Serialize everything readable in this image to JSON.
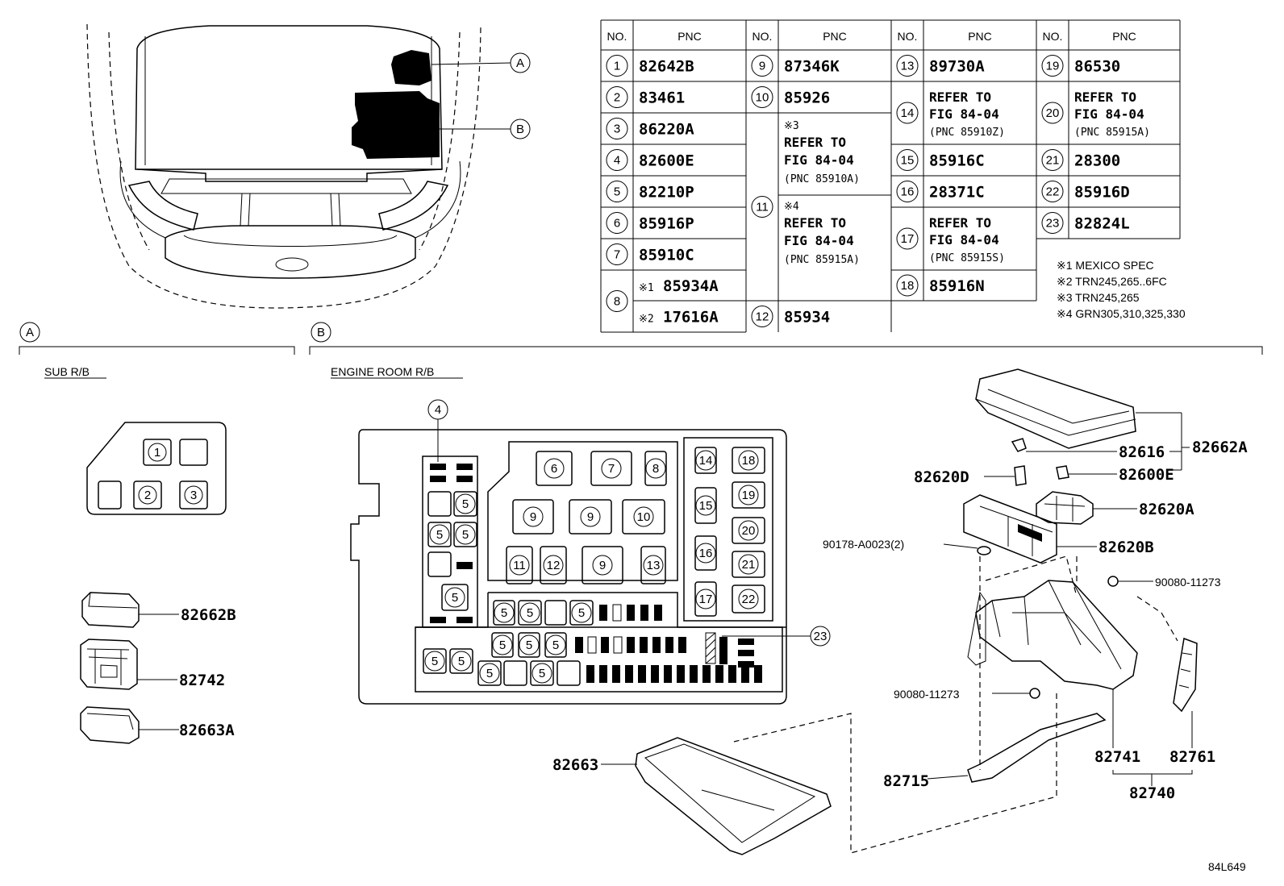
{
  "diagram_code": "84L649",
  "views": {
    "a_letter": "A",
    "b_letter": "B",
    "a_title": "SUB R/B",
    "b_title": "ENGINE ROOM R/B"
  },
  "table": {
    "hdr_no": "NO.",
    "hdr_pnc": "PNC",
    "col1": [
      {
        "no": "1",
        "pnc": "82642B"
      },
      {
        "no": "2",
        "pnc": "83461"
      },
      {
        "no": "3",
        "pnc": "86220A"
      },
      {
        "no": "4",
        "pnc": "82600E"
      },
      {
        "no": "5",
        "pnc": "82210P"
      },
      {
        "no": "6",
        "pnc": "85916P"
      },
      {
        "no": "7",
        "pnc": "85910C"
      },
      {
        "no": "8",
        "mark1": "※1",
        "pnc1": "85934A",
        "mark2": "※2",
        "pnc2": "17616A"
      }
    ],
    "col2": [
      {
        "no": "9",
        "pnc": "87346K"
      },
      {
        "no": "10",
        "pnc": "85926"
      },
      {
        "no": "11",
        "a_mark": "※3",
        "a_l1": "REFER TO",
        "a_l2": "FIG 84-04",
        "a_l3": "(PNC 85910A)",
        "b_mark": "※4",
        "b_l1": "REFER TO",
        "b_l2": "FIG 84-04",
        "b_l3": "(PNC 85915A)"
      },
      {
        "no": "12",
        "pnc": "85934"
      }
    ],
    "col3": [
      {
        "no": "13",
        "pnc": "89730A"
      },
      {
        "no": "14",
        "l1": "REFER TO",
        "l2": "FIG 84-04",
        "l3": "(PNC 85910Z)"
      },
      {
        "no": "15",
        "pnc": "85916C"
      },
      {
        "no": "16",
        "pnc": "28371C"
      },
      {
        "no": "17",
        "l1": "REFER TO",
        "l2": "FIG 84-04",
        "l3": "(PNC 85915S)"
      },
      {
        "no": "18",
        "pnc": "85916N"
      }
    ],
    "col4": [
      {
        "no": "19",
        "pnc": "86530"
      },
      {
        "no": "20",
        "l1": "REFER TO",
        "l2": "FIG 84-04",
        "l3": "(PNC 85915A)"
      },
      {
        "no": "21",
        "pnc": "28300"
      },
      {
        "no": "22",
        "pnc": "85916D"
      },
      {
        "no": "23",
        "pnc": "82824L"
      }
    ]
  },
  "notes": [
    "※1 MEXICO SPEC",
    "※2 TRN245,265..6FC",
    "※3 TRN245,265",
    "※4 GRN305,310,325,330"
  ],
  "sub_rb": {
    "fuses": [
      "1",
      "2",
      "3"
    ],
    "parts": [
      "82662B",
      "82742",
      "82663A"
    ]
  },
  "engine_rb": {
    "fuse_labels": [
      "4",
      "5",
      "6",
      "7",
      "8",
      "9",
      "10",
      "11",
      "12",
      "13",
      "14",
      "15",
      "16",
      "17",
      "18",
      "19",
      "20",
      "21",
      "22",
      "23"
    ]
  },
  "exploded_parts": {
    "cover": "82662A",
    "clip": "82616",
    "fuse": "82600E",
    "relay_hold": "82620D",
    "block_a": "82620A",
    "block_b": "82620B",
    "nut": "90178-A0023(2)",
    "screw_r": "90080-11273",
    "screw_l": "90080-11273",
    "lower_cover": "82663",
    "bracket": "82715",
    "box": "82741",
    "bracket2": "82761",
    "assy": "82740"
  }
}
